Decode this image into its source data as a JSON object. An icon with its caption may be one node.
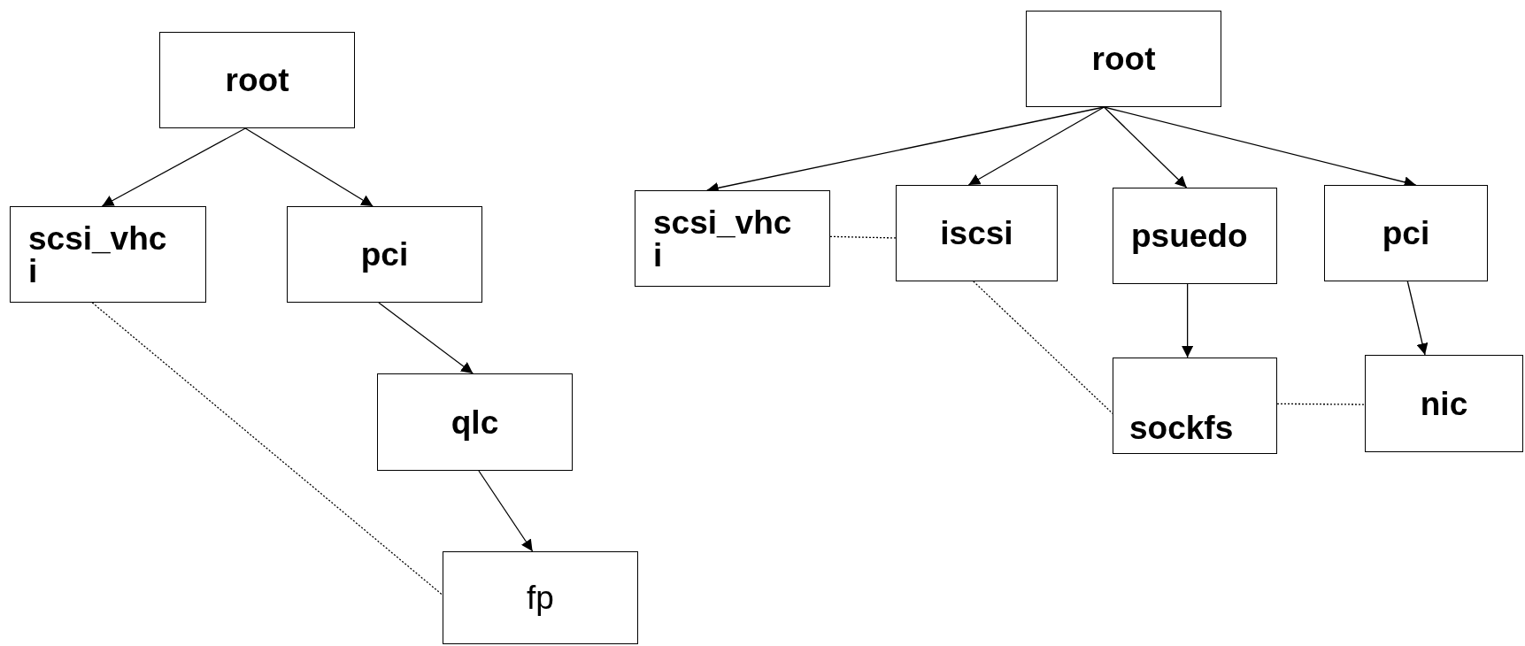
{
  "diagram": {
    "nodes": [
      {
        "text": [
          "root"
        ]
      },
      {
        "text": [
          "scsi_vhci"
        ]
      },
      {
        "text": [
          "pci"
        ]
      },
      {
        "text": [
          "qlc"
        ]
      },
      {
        "text": [
          "fp"
        ]
      },
      {
        "text": [
          "root"
        ]
      },
      {
        "text": [
          "scsi_vhci"
        ]
      },
      {
        "text": [
          "iscsi"
        ]
      },
      {
        "text": [
          "psuedo"
        ]
      },
      {
        "text": [
          "pci"
        ]
      },
      {
        "text": [
          "sockfs"
        ]
      },
      {
        "text": [
          "nic"
        ]
      }
    ],
    "edges": [
      {
        "from": 0,
        "to": 1,
        "arrow": "to"
      },
      {
        "from": 0,
        "to": 2,
        "arrow": "to"
      },
      {
        "from": 2,
        "to": 3,
        "arrow": "to"
      },
      {
        "from": 3,
        "to": 4,
        "arrow": "to"
      },
      {
        "from": 1,
        "to": 4,
        "arrow": "none",
        "style": "dashed"
      },
      {
        "from": 5,
        "to": 6,
        "arrow": "to"
      },
      {
        "from": 5,
        "to": 7,
        "arrow": "to"
      },
      {
        "from": 5,
        "to": 8,
        "arrow": "to"
      },
      {
        "from": 5,
        "to": 9,
        "arrow": "to"
      },
      {
        "from": 8,
        "to": 10,
        "arrow": "to"
      },
      {
        "from": 9,
        "to": 11,
        "arrow": "to"
      },
      {
        "from": 6,
        "to": 7,
        "arrow": "none",
        "style": "dashed"
      },
      {
        "from": 7,
        "to": 10,
        "arrow": "none",
        "style": "dashed"
      },
      {
        "from": 10,
        "to": 11,
        "arrow": "none",
        "style": "dashed"
      }
    ]
  }
}
